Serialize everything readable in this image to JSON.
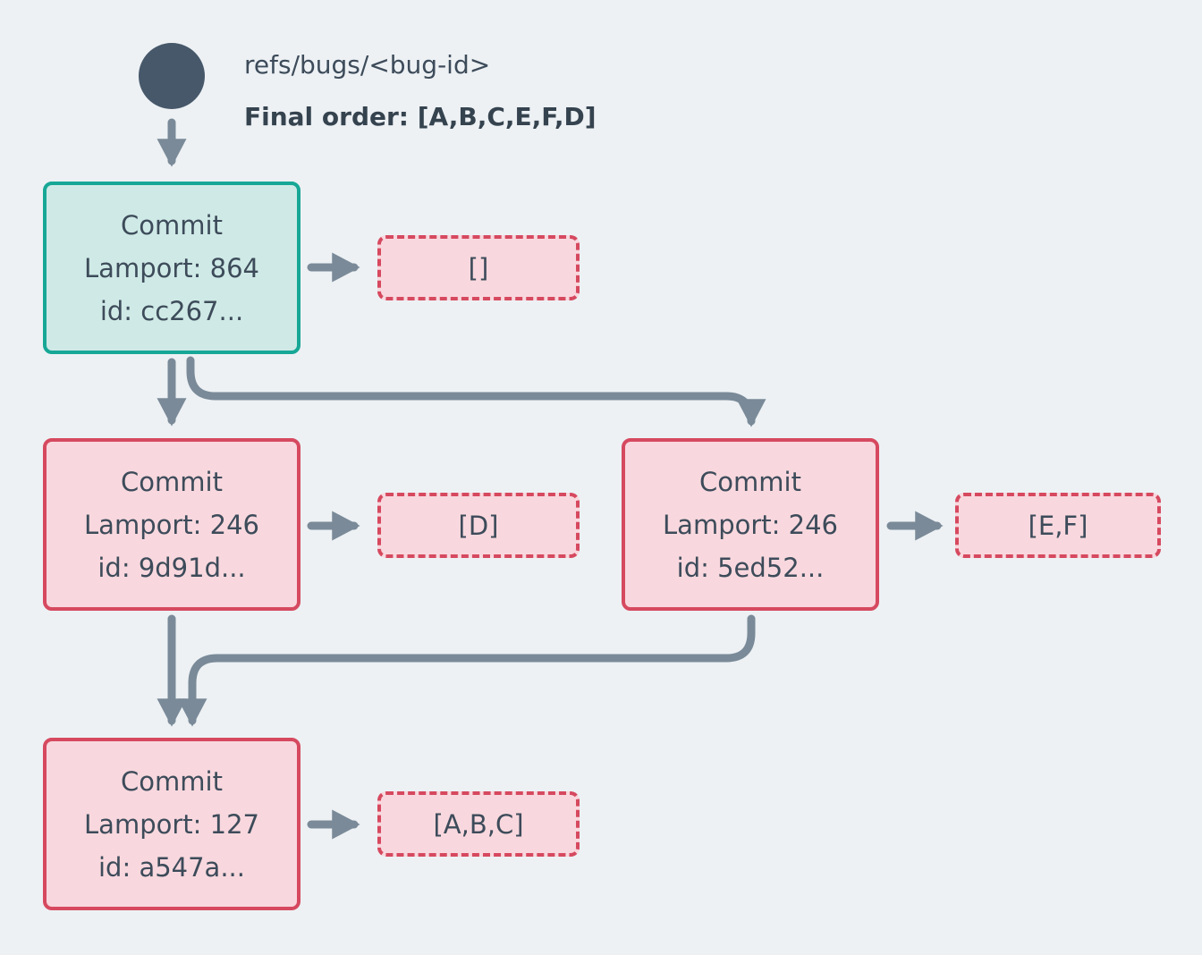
{
  "ref": {
    "name": "refs/bugs/<bug-id>",
    "final_order": "Final order: [A,B,C,E,F,D]"
  },
  "commits": [
    {
      "node": "root",
      "title": "Commit",
      "lamport": "Lamport: 864",
      "id": "id: cc267...",
      "ops": "[]"
    },
    {
      "node": "left",
      "title": "Commit",
      "lamport": "Lamport: 246",
      "id": "id: 9d91d...",
      "ops": "[D]"
    },
    {
      "node": "right",
      "title": "Commit",
      "lamport": "Lamport: 246",
      "id": "id: 5ed52...",
      "ops": "[E,F]"
    },
    {
      "node": "merge",
      "title": "Commit",
      "lamport": "Lamport: 127",
      "id": "id: a547a...",
      "ops": "[A,B,C]"
    }
  ],
  "colors": {
    "background": "#edf1f4",
    "ref_node": "#46586a",
    "text": "#3d4b5a",
    "teal_border": "#17a796",
    "teal_fill": "#cfeae6",
    "red_border": "#d6495f",
    "pink_fill": "#f8d8de",
    "arrow": "#7a8a98"
  }
}
